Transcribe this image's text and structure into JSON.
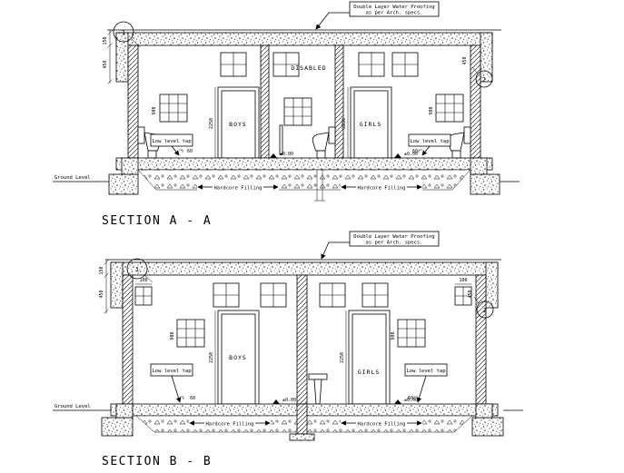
{
  "canvas": {
    "bg": "#ffffff",
    "ink": "#000000"
  },
  "annotation": {
    "line1": "Double Layer Water Proofing",
    "line2": "as per Arch. specs."
  },
  "section_a": {
    "title": "SECTION A - A",
    "rooms": {
      "boys": "BOYS",
      "disabled": "DISABLED",
      "girls": "GIRLS"
    },
    "tap_left": "Low level tap",
    "tap_right": "Low level tap",
    "ground_level": "Ground Level",
    "hardcore_left": "Hardcore Filling",
    "hardcore_right": "Hardcore Filling",
    "callout_1": "1",
    "callout_2": "2",
    "dims": {
      "d150": "150",
      "d450a": "450",
      "d450b": "450",
      "d2250a": "2250",
      "d2250b": "2250",
      "d900a": "900",
      "d900b": "900",
      "d60a": "60",
      "d60b": "60",
      "lvla": "±0.00",
      "lvlb": "±0.00"
    }
  },
  "section_b": {
    "title": "SECTION B - B",
    "rooms": {
      "boys": "BOYS",
      "girls": "GIRLS"
    },
    "tap_left": "Low level tap",
    "tap_right": "Low level tap",
    "ground_level": "Ground Level",
    "hardcore_left": "Hardcore Filling",
    "hardcore_right": "Hardcore Filling",
    "callout_1": "1",
    "callout_2": "2",
    "dims": {
      "d150": "150",
      "d450a": "450",
      "d450b": "450",
      "d100a": "100",
      "d100b": "100",
      "d2250a": "2250",
      "d2250b": "2250",
      "d900a": "900",
      "d900b": "900",
      "d60a": "60",
      "d60b": "60",
      "lvla": "±0.00",
      "lvlb": "±0.00"
    }
  }
}
